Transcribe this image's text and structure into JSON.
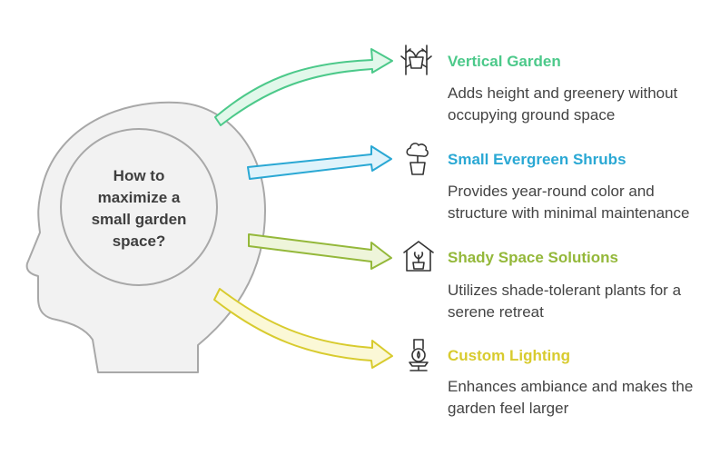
{
  "center": {
    "question": "How to\nmaximize a\nsmall garden\nspace?"
  },
  "colors": {
    "head_fill": "#f2f2f2",
    "head_stroke": "#a8a8a8"
  },
  "items": [
    {
      "title": "Vertical Garden",
      "description": "Adds height and greenery without occupying ground space",
      "color": "#4cc98a",
      "fill": "#e1f8ea",
      "icon": "vine-plant-icon"
    },
    {
      "title": "Small Evergreen Shrubs",
      "description": "Provides year-round color and structure with minimal maintenance",
      "color": "#2aa8d4",
      "fill": "#dff3fb",
      "icon": "potted-shrub-icon"
    },
    {
      "title": "Shady Space Solutions",
      "description": "Utilizes shade-tolerant plants for a serene retreat",
      "color": "#94b83a",
      "fill": "#eef5da",
      "icon": "house-plant-icon"
    },
    {
      "title": "Custom Lighting",
      "description": "Enhances ambiance and makes the garden feel larger",
      "color": "#d8cb2e",
      "fill": "#fbf8d6",
      "icon": "lamp-icon"
    }
  ]
}
